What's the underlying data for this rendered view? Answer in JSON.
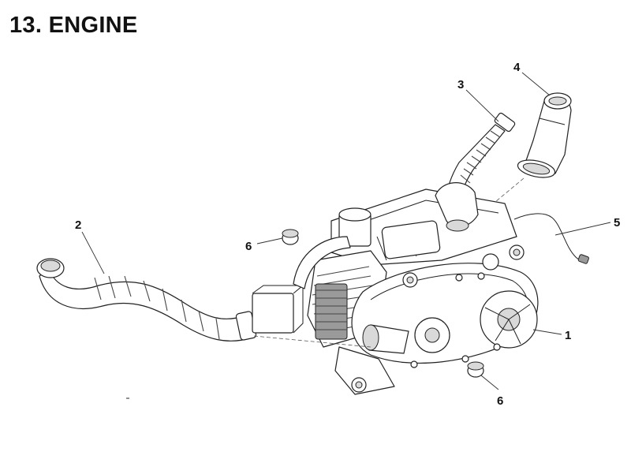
{
  "page": {
    "title": "13. ENGINE"
  },
  "callouts": [
    {
      "id": "1",
      "label": "1"
    },
    {
      "id": "2",
      "label": "2"
    },
    {
      "id": "3",
      "label": "3"
    },
    {
      "id": "4",
      "label": "4"
    },
    {
      "id": "5",
      "label": "5"
    },
    {
      "id": "6a",
      "label": "6"
    },
    {
      "id": "6b",
      "label": "6"
    }
  ]
}
